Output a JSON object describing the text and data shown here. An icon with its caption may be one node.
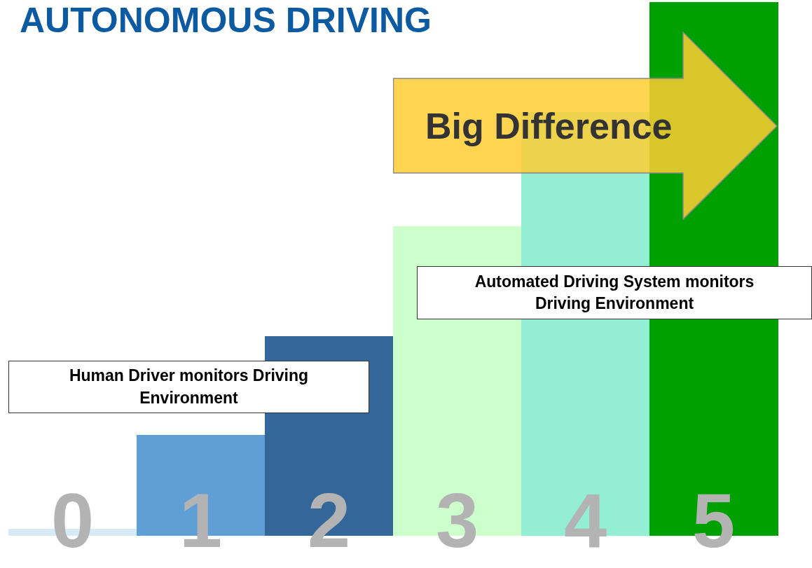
{
  "diagram": {
    "title": "AUTONOMOUS DRIVING",
    "nodes": [
      {
        "text": [
          "Big Difference"
        ]
      },
      {
        "text": [
          "Automated Driving System monitors Driving Environment"
        ]
      },
      {
        "text": [
          "Human Driver monitors Driving Environment"
        ]
      }
    ],
    "edges": [],
    "labels": [
      "0",
      "1",
      "2",
      "3",
      "4",
      "5"
    ]
  }
}
